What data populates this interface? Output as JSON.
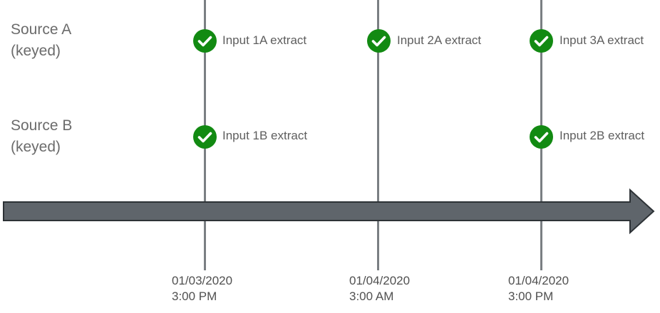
{
  "sources": [
    {
      "line1": "Source A",
      "line2": "(keyed)"
    },
    {
      "line1": "Source B",
      "line2": "(keyed)"
    }
  ],
  "timestamps": [
    {
      "date": "01/03/2020",
      "time": "3:00 PM"
    },
    {
      "date": "01/04/2020",
      "time": "3:00 AM"
    },
    {
      "date": "01/04/2020",
      "time": "3:00 PM"
    }
  ],
  "events": [
    {
      "source": "A",
      "timestamp": 1,
      "label": "Input 1A extract"
    },
    {
      "source": "A",
      "timestamp": 2,
      "label": "Input 2A extract"
    },
    {
      "source": "A",
      "timestamp": 3,
      "label": "Input 3A extract"
    },
    {
      "source": "B",
      "timestamp": 1,
      "label": "Input 1B extract"
    },
    {
      "source": "B",
      "timestamp": 3,
      "label": "Input 2B extract"
    }
  ],
  "colors": {
    "check": "#128a12",
    "timeline_arrow": "#5f656b",
    "vertical_lines": "#7a7f83",
    "source_text": "#6b6b6b"
  },
  "icons": {
    "event": "check-circle-icon",
    "timeline": "arrow-right-icon"
  }
}
